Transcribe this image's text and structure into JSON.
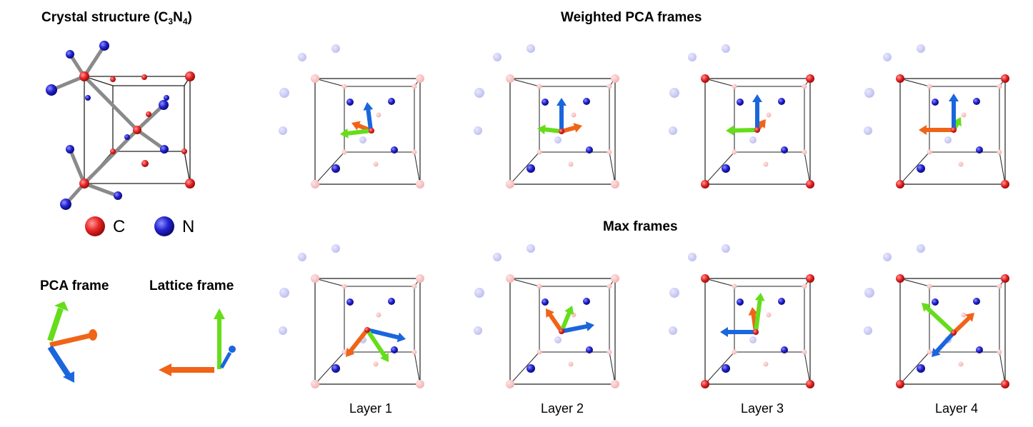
{
  "titles": {
    "crystal_prefix": "Crystal structure (C",
    "crystal_sub1": "3",
    "crystal_mid": "N",
    "crystal_sub2": "4",
    "crystal_suffix": ")",
    "weighted": "Weighted PCA frames",
    "max": "Max frames",
    "pca_frame": "PCA frame",
    "lattice_frame": "Lattice frame"
  },
  "legend": {
    "c_label": "C",
    "n_label": "N"
  },
  "layers": [
    "Layer 1",
    "Layer 2",
    "Layer 3",
    "Layer 4"
  ],
  "colors": {
    "carbon": "#e82626",
    "nitrogen": "#2323d0",
    "arrow_orange": "#f06418",
    "arrow_green": "#66dd1a",
    "arrow_blue": "#1a66dd",
    "bond": "#8a8a8a",
    "cube": "#222222"
  }
}
